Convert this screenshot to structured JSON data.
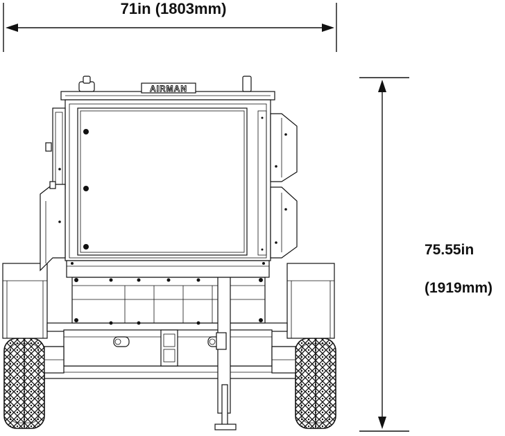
{
  "dimensions": {
    "width_label": "71in (1803mm)",
    "height_label_line1": "75.55in",
    "height_label_line2": "(1919mm)"
  },
  "machine": {
    "brand_plate": "AIRMAN"
  },
  "colors": {
    "line": "#111111",
    "background": "#ffffff"
  }
}
